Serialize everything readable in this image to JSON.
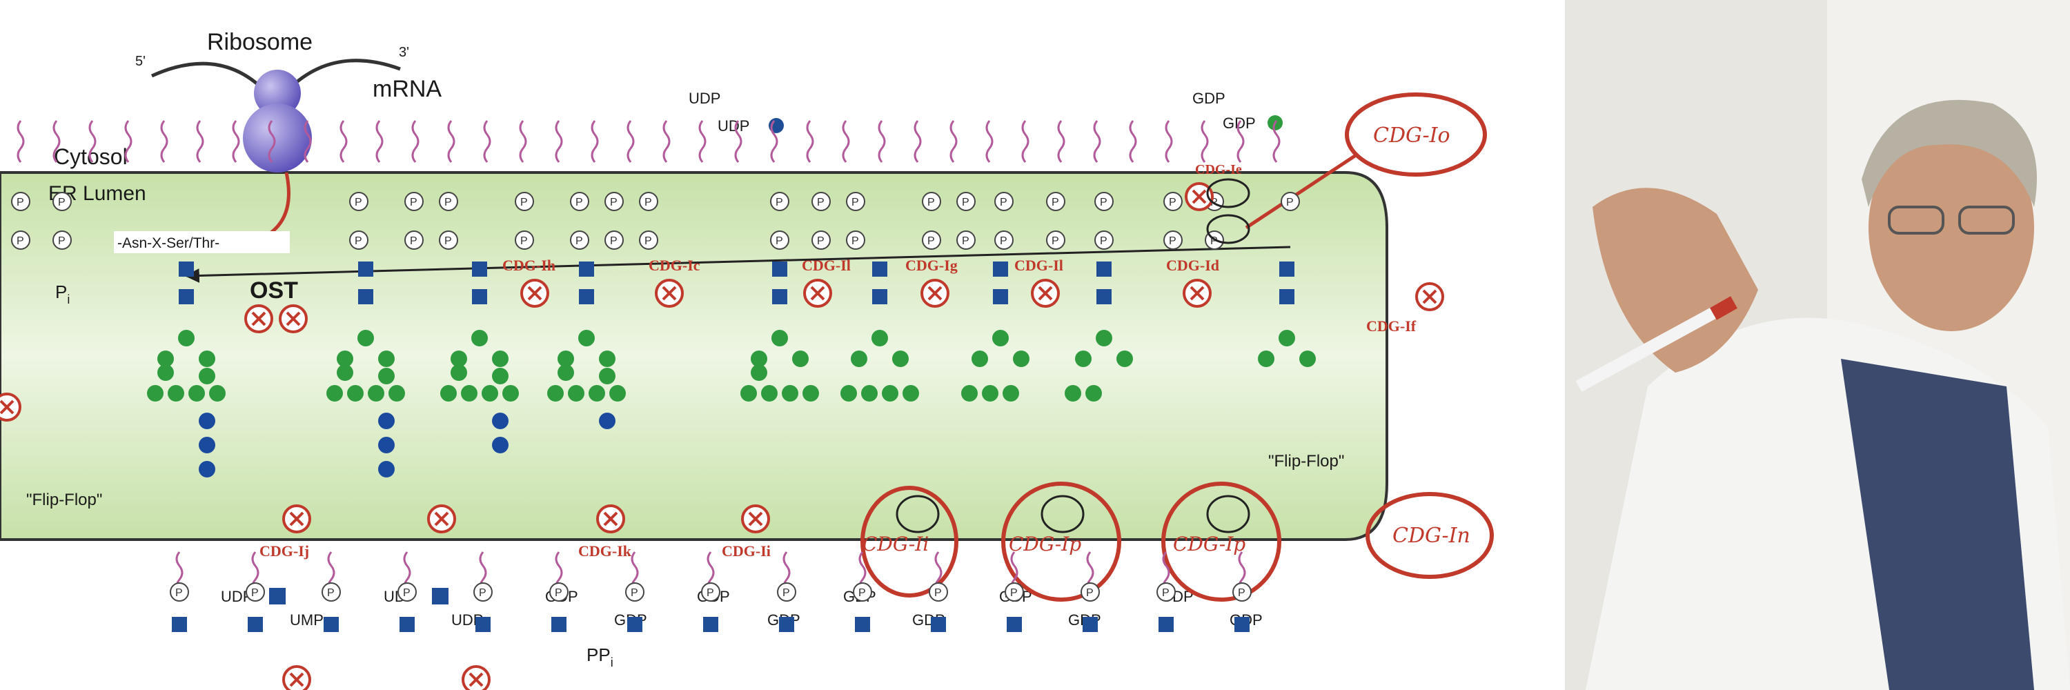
{
  "labels": {
    "ribosome": "Ribosome",
    "mrna": "mRNA",
    "five_prime": "5'",
    "three_prime": "3'",
    "cytosol": "Cytosol",
    "er_lumen": "ER Lumen",
    "sequon": "-Asn-X-Ser/Thr-",
    "ost": "OST",
    "pi": "P",
    "pi_sub": "i",
    "ppi": "PP",
    "ppi_sub": "i",
    "flip_flop_left": "\"Flip-Flop\"",
    "flip_flop_right": "\"Flip-Flop\"",
    "phosphate": "P"
  },
  "sugar_donors": {
    "udp_top_a": "UDP",
    "udp_top_b": "UDP",
    "gdp_top_a": "GDP",
    "gdp_top_b": "GDP",
    "udp_bot_1": "UDP",
    "ump_bot_1": "UMP",
    "udp_bot_2": "UDP",
    "udp_bot_3": "UDP",
    "gdp_bot_1": "GDP",
    "gdp_bot_2": "GDP",
    "gdp_bot_3": "GDP",
    "gdp_bot_4": "GDP",
    "gdp_bot_5": "GDP",
    "gdp_bot_6": "GDP",
    "gdp_bot_7": "GDP",
    "gdp_bot_8": "GDP",
    "gdp_bot_9": "GDP",
    "gdp_bot_10": "GDP"
  },
  "cdg_labels": {
    "ih": "CDG-Ih",
    "ic": "CDG-Ic",
    "ii_top": "CDG-Il",
    "ig": "CDG-Ig",
    "il_top": "CDG-Il",
    "id": "CDG-Id",
    "ie": "CDG-Ie",
    "if": "CDG-If",
    "ij": "CDG-Ij",
    "ik": "CDG-Ik",
    "ii_bot": "CDG-Ii"
  },
  "handwritten": {
    "io": "CDG-Io",
    "in": "CDG-In",
    "ii": "CDG-Ii",
    "ip_1": "CDG-Ip",
    "ip_2": "CDG-Ip"
  },
  "colors": {
    "er_fill": "#d6ebbf",
    "glcnac": "#1f4e96",
    "mannose": "#2e9b3e",
    "glucose": "#1a4a9e",
    "lipid": "#b35a9a",
    "deficiency": "#c0392b"
  }
}
